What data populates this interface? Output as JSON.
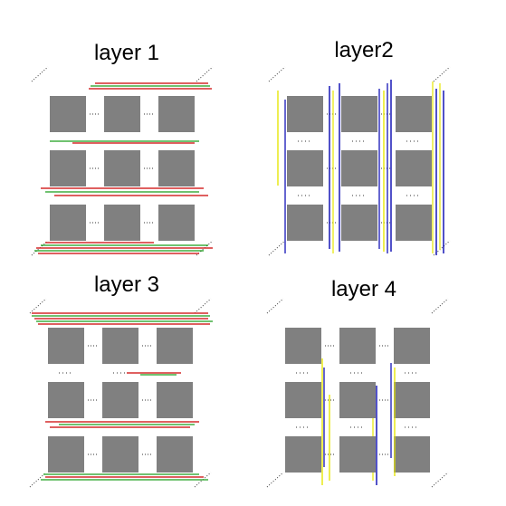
{
  "colors": {
    "block": "#808080",
    "red": "#cc0000",
    "green": "#1a9e1a",
    "blue": "#0000b0",
    "yellow": "#e6e600",
    "dot": "#333333"
  },
  "panels": [
    {
      "title": "layer 1",
      "wire_direction": "horizontal",
      "wire_colors": [
        "red",
        "green"
      ]
    },
    {
      "title": "layer2",
      "wire_direction": "vertical",
      "wire_colors": [
        "blue",
        "yellow"
      ]
    },
    {
      "title": "layer 3",
      "wire_direction": "horizontal",
      "wire_colors": [
        "red",
        "green"
      ]
    },
    {
      "title": "layer 4",
      "wire_direction": "vertical",
      "wire_colors": [
        "blue",
        "yellow"
      ]
    }
  ]
}
